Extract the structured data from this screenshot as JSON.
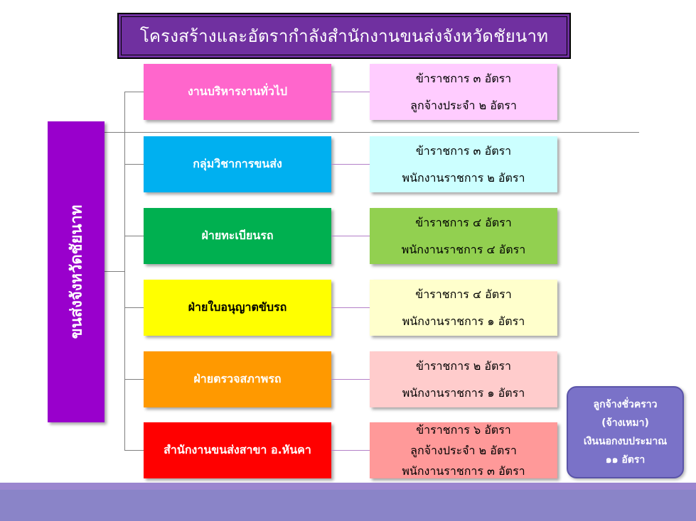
{
  "title": "โครงสร้างและอัตรากำลังสำนักงานขนส่งจังหวัดชัยนาท",
  "root": "ขนส่งจังหวัดชัยนาท",
  "units": [
    {
      "name": "งานบริหารงานทั่วไป",
      "color": "#ff66cc",
      "text_color": "#ffffff",
      "staff_color": "#ffccff",
      "staff": [
        "ข้าราชการ  ๓  อัตรา",
        "ลูกจ้างประจำ ๒ อัตรา"
      ]
    },
    {
      "name": "กลุ่มวิชาการขนส่ง",
      "color": "#00b0f0",
      "text_color": "#ffffff",
      "staff_color": "#ccffff",
      "staff": [
        "ข้าราชการ  ๓  อัตรา",
        "พนักงานราชการ ๒ อัตรา"
      ]
    },
    {
      "name": "ฝ่ายทะเบียนรถ",
      "color": "#00b050",
      "text_color": "#ffffff",
      "staff_color": "#92d050",
      "staff": [
        "ข้าราชการ  ๔  อัตรา",
        "พนักงานราชการ ๔ อัตรา"
      ]
    },
    {
      "name": "ฝ่ายใบอนุญาตขับรถ",
      "color": "#ffff00",
      "text_color": "#000000",
      "staff_color": "#ffffcc",
      "staff": [
        "ข้าราชการ  ๔  อัตรา",
        "พนักงานราชการ ๑ อัตรา"
      ]
    },
    {
      "name": "ฝ่ายตรวจสภาพรถ",
      "color": "#ff9900",
      "text_color": "#ffffff",
      "staff_color": "#ffcccc",
      "staff": [
        "ข้าราชการ  ๒  อัตรา",
        "พนักงานราชการ ๑ อัตรา"
      ]
    },
    {
      "name": "สำนักงานขนส่งสาขา อ.หันคา",
      "color": "#ff0000",
      "text_color": "#ffffff",
      "staff_color": "#ff9999",
      "staff": [
        "ข้าราชการ  ๖  อัตรา",
        "ลูกจ้างประจำ  ๒  อัตรา",
        "พนักงานราชการ ๓ อัตรา"
      ]
    }
  ],
  "temporary": [
    "ลูกจ้างชั่วคราว",
    "(จ้างเหมา)",
    "เงินนอกงบประมาณ",
    "๑๑ อัตรา"
  ]
}
